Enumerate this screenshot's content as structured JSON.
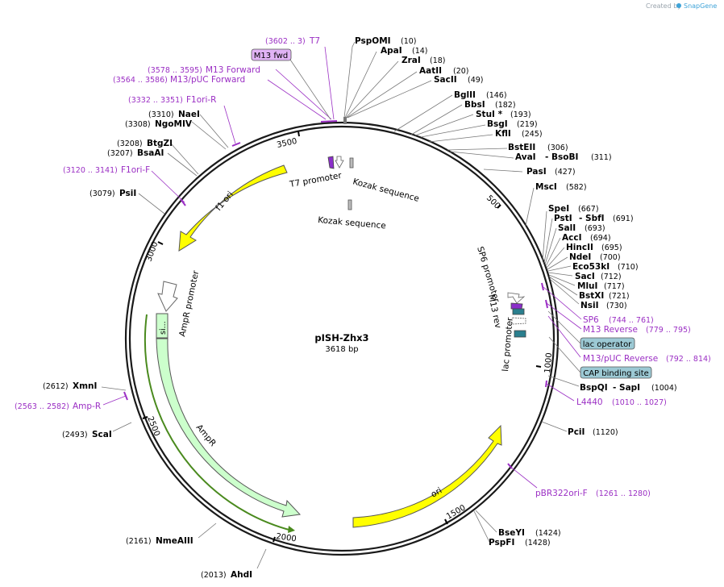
{
  "watermark": {
    "prefix": "Created by",
    "brand": "SnapGene"
  },
  "plasmid": {
    "name": "pISH-Zhx3",
    "size": "3618 bp"
  },
  "ticks": [
    "500",
    "1000",
    "1500",
    "2000",
    "2500",
    "3000",
    "3500"
  ],
  "sites": {
    "s1": {
      "pos": "(10)",
      "name": "PspOMI"
    },
    "s2": {
      "pos": "(14)",
      "name": "ApaI"
    },
    "s3": {
      "pos": "(18)",
      "name": "ZraI"
    },
    "s4": {
      "pos": "(20)",
      "name": "AatII"
    },
    "s5": {
      "pos": "(49)",
      "name": "SacII"
    },
    "s6": {
      "pos": "(146)",
      "name": "BglII"
    },
    "s7": {
      "pos": "(182)",
      "name": "BbsI"
    },
    "s8": {
      "pos": "(193)",
      "name": "StuI *"
    },
    "s9": {
      "pos": "(219)",
      "name": "BsgI"
    },
    "s10": {
      "pos": "(245)",
      "name": "KflI"
    },
    "s11": {
      "pos": "(306)",
      "name": "BstEII"
    },
    "s12": {
      "pos": "(311)",
      "name": "AvaI",
      "name2": "BsoBI"
    },
    "s13": {
      "pos": "(427)",
      "name": "PasI"
    },
    "s14": {
      "pos": "(582)",
      "name": "MscI"
    },
    "s15": {
      "pos": "(667)",
      "name": "SpeI"
    },
    "s16": {
      "pos": "(691)",
      "name": "PstI",
      "name2": "SbfI"
    },
    "s17": {
      "pos": "(693)",
      "name": "SalI"
    },
    "s18": {
      "pos": "(694)",
      "name": "AccI"
    },
    "s19": {
      "pos": "(695)",
      "name": "HincII"
    },
    "s20": {
      "pos": "(700)",
      "name": "NdeI"
    },
    "s21": {
      "pos": "(710)",
      "name": "Eco53kI"
    },
    "s22": {
      "pos": "(712)",
      "name": "SacI"
    },
    "s23": {
      "pos": "(717)",
      "name": "MluI"
    },
    "s24": {
      "pos": "(721)",
      "name": "BstXI"
    },
    "s25": {
      "pos": "(730)",
      "name": "NsiI"
    },
    "s26": {
      "pos": "(1004)",
      "name": "BspQI",
      "name2": "SapI"
    },
    "s27": {
      "pos": "(1120)",
      "name": "PciI"
    },
    "s28": {
      "pos": "(1424)",
      "name": "BseYI"
    },
    "s29": {
      "pos": "(1428)",
      "name": "PspFI"
    },
    "s30": {
      "pos": "(2013)",
      "name": "AhdI"
    },
    "s31": {
      "pos": "(2161)",
      "name": "NmeAIII"
    },
    "s32": {
      "pos": "(2493)",
      "name": "ScaI"
    },
    "s33": {
      "pos": "(2612)",
      "name": "XmnI"
    },
    "s34": {
      "pos": "(3079)",
      "name": "PsiI"
    },
    "s35": {
      "pos": "(3207)",
      "name": "BsaAI"
    },
    "s36": {
      "pos": "(3208)",
      "name": "BtgZI"
    },
    "s37": {
      "pos": "(3308)",
      "name": "NgoMIV"
    },
    "s38": {
      "pos": "(3310)",
      "name": "NaeI"
    }
  },
  "primers": {
    "p1": {
      "range": "(3602 .. 3)",
      "name": "T7"
    },
    "p2": {
      "name": "M13 fwd"
    },
    "p3": {
      "range": "(3578 .. 3595)",
      "name": "M13 Forward"
    },
    "p4": {
      "range": "(3564 .. 3586)",
      "name": "M13/pUC Forward"
    },
    "p5": {
      "range": "(3332 .. 3351)",
      "name": "F1ori-R"
    },
    "p6": {
      "range": "(3120 .. 3141)",
      "name": "F1ori-F"
    },
    "p7": {
      "range": "(2563 .. 2582)",
      "name": "Amp-R"
    },
    "p8": {
      "range": "(744 .. 761)",
      "name": "SP6"
    },
    "p9": {
      "range": "(779 .. 795)",
      "name": "M13 Reverse"
    },
    "p10": {
      "name": "lac operator"
    },
    "p11": {
      "range": "(792 .. 814)",
      "name": "M13/pUC Reverse"
    },
    "p12": {
      "name": "CAP binding site"
    },
    "p13": {
      "range": "(1010 .. 1027)",
      "name": "L4440"
    },
    "p14": {
      "range": "(1261 .. 1280)",
      "name": "pBR322ori-F"
    }
  },
  "features": {
    "f1": "T7 promoter",
    "f2": "Kozak sequence",
    "f3": "Kozak sequence",
    "f4": "f1 ori",
    "f5": "AmpR promoter",
    "f6": "AmpR",
    "f7": "ori",
    "f8": "SP6 promoter",
    "f9": "M13 rev",
    "f10": "lac promoter",
    "f11": "si..."
  },
  "colors": {
    "backbone": "#1a1a1a",
    "primer": "#9b2fc4",
    "ori": "#ffff00",
    "ampr": "#ccffcc",
    "lac_operator": "#9cc9d4",
    "promoter_outline": "#555555"
  }
}
